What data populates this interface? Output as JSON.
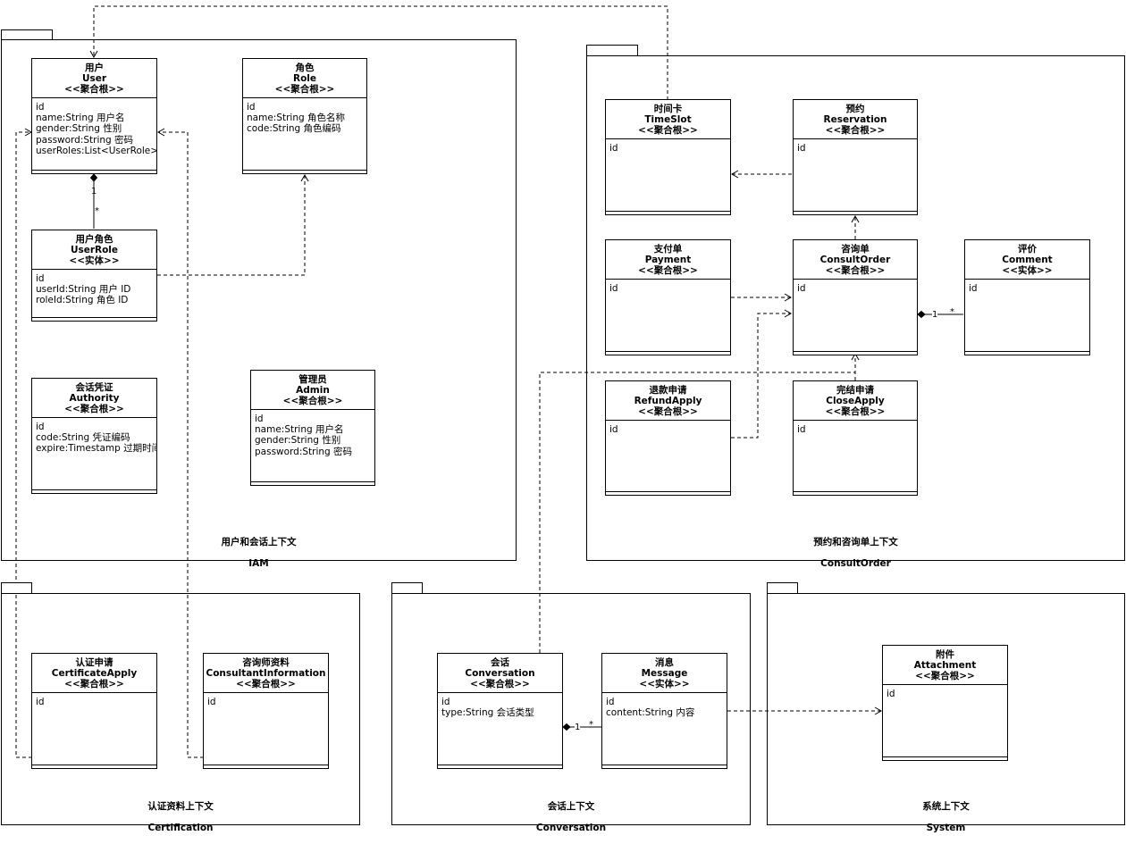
{
  "packages": {
    "iam": {
      "name": "用户和会话上下文",
      "code": "IAM"
    },
    "consult_order": {
      "name": "预约和咨询单上下文",
      "code": "ConsultOrder"
    },
    "certification": {
      "name": "认证资料上下文",
      "code": "Certification"
    },
    "conversation": {
      "name": "会话上下文",
      "code": "Conversation"
    },
    "system": {
      "name": "系统上下文",
      "code": "System"
    }
  },
  "classes": {
    "user": {
      "cn": "用户",
      "en": "User",
      "stereotype": "<<聚合根>>",
      "attrs": [
        "id",
        "name:String 用户名",
        "gender:String 性别",
        "password:String 密码",
        "userRoles:List<UserRole> 用"
      ]
    },
    "role": {
      "cn": "角色",
      "en": "Role",
      "stereotype": "<<聚合根>>",
      "attrs": [
        "id",
        "name:String 角色名称",
        "code:String 角色编码"
      ]
    },
    "user_role": {
      "cn": "用户角色",
      "en": "UserRole",
      "stereotype": "<<实体>>",
      "attrs": [
        "id",
        "userId:String 用户 ID",
        "roleId:String 角色 ID"
      ]
    },
    "authority": {
      "cn": "会话凭证",
      "en": "Authority",
      "stereotype": "<<聚合根>>",
      "attrs": [
        "id",
        "code:String 凭证编码",
        "expire:Timestamp 过期时间"
      ]
    },
    "admin": {
      "cn": "管理员",
      "en": "Admin",
      "stereotype": "<<聚合根>>",
      "attrs": [
        "id",
        "name:String 用户名",
        "gender:String 性别",
        "password:String 密码"
      ]
    },
    "time_slot": {
      "cn": "时间卡",
      "en": "TimeSlot",
      "stereotype": "<<聚合根>>",
      "attrs": [
        "id"
      ]
    },
    "reservation": {
      "cn": "预约",
      "en": "Reservation",
      "stereotype": "<<聚合根>>",
      "attrs": [
        "id"
      ]
    },
    "payment": {
      "cn": "支付单",
      "en": "Payment",
      "stereotype": "<<聚合根>>",
      "attrs": [
        "id"
      ]
    },
    "consult_order": {
      "cn": "咨询单",
      "en": "ConsultOrder",
      "stereotype": "<<聚合根>>",
      "attrs": [
        "id"
      ]
    },
    "comment": {
      "cn": "评价",
      "en": "Comment",
      "stereotype": "<<实体>>",
      "attrs": [
        "id"
      ]
    },
    "refund_apply": {
      "cn": "退款申请",
      "en": "RefundApply",
      "stereotype": "<<聚合根>>",
      "attrs": [
        "id"
      ]
    },
    "close_apply": {
      "cn": "完结申请",
      "en": "CloseApply",
      "stereotype": "<<聚合根>>",
      "attrs": [
        "id"
      ]
    },
    "certificate_apply": {
      "cn": "认证申请",
      "en": "CertificateApply",
      "stereotype": "<<聚合根>>",
      "attrs": [
        "id"
      ]
    },
    "consultant_info": {
      "cn": "咨询师资料",
      "en": "ConsultantInformation",
      "stereotype": "<<聚合根>>",
      "attrs": [
        "id"
      ]
    },
    "conversation": {
      "cn": "会话",
      "en": "Conversation",
      "stereotype": "<<聚合根>>",
      "attrs": [
        "id",
        "type:String 会话类型"
      ]
    },
    "message": {
      "cn": "消息",
      "en": "Message",
      "stereotype": "<<实体>>",
      "attrs": [
        "id",
        "content:String 内容"
      ]
    },
    "attachment": {
      "cn": "附件",
      "en": "Attachment",
      "stereotype": "<<聚合根>>",
      "attrs": [
        "id"
      ]
    }
  },
  "multiplicities": {
    "user_userrole_one": "1",
    "user_userrole_many": "*",
    "order_comment_one": "1",
    "order_comment_many": "*",
    "conv_message_one": "1",
    "conv_message_many": "*"
  }
}
